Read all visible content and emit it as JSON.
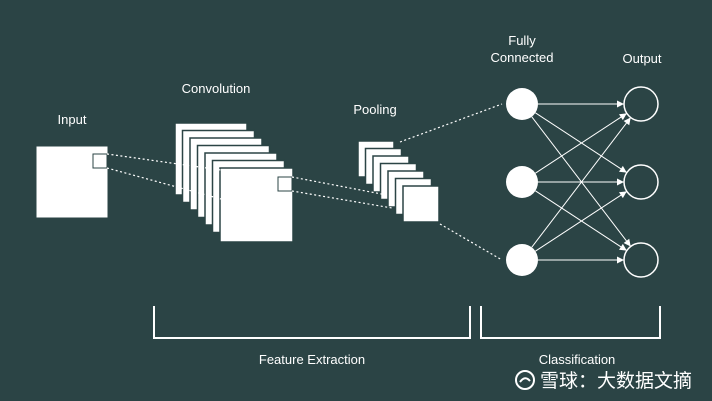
{
  "labels": {
    "input": "Input",
    "convolution": "Convolution",
    "pooling": "Pooling",
    "fully_connected_1": "Fully",
    "fully_connected_2": "Connected",
    "output": "Output",
    "feature_extraction": "Feature Extraction",
    "classification": "Classification"
  },
  "watermark": {
    "text": "雪球：大数据文摘",
    "icon": "snowball-logo-icon"
  },
  "colors": {
    "background": "#2b4445",
    "foreground": "#ffffff"
  },
  "network": {
    "conv_feature_maps": 7,
    "pool_feature_maps": 7,
    "fc_nodes": 3,
    "output_nodes": 3
  }
}
